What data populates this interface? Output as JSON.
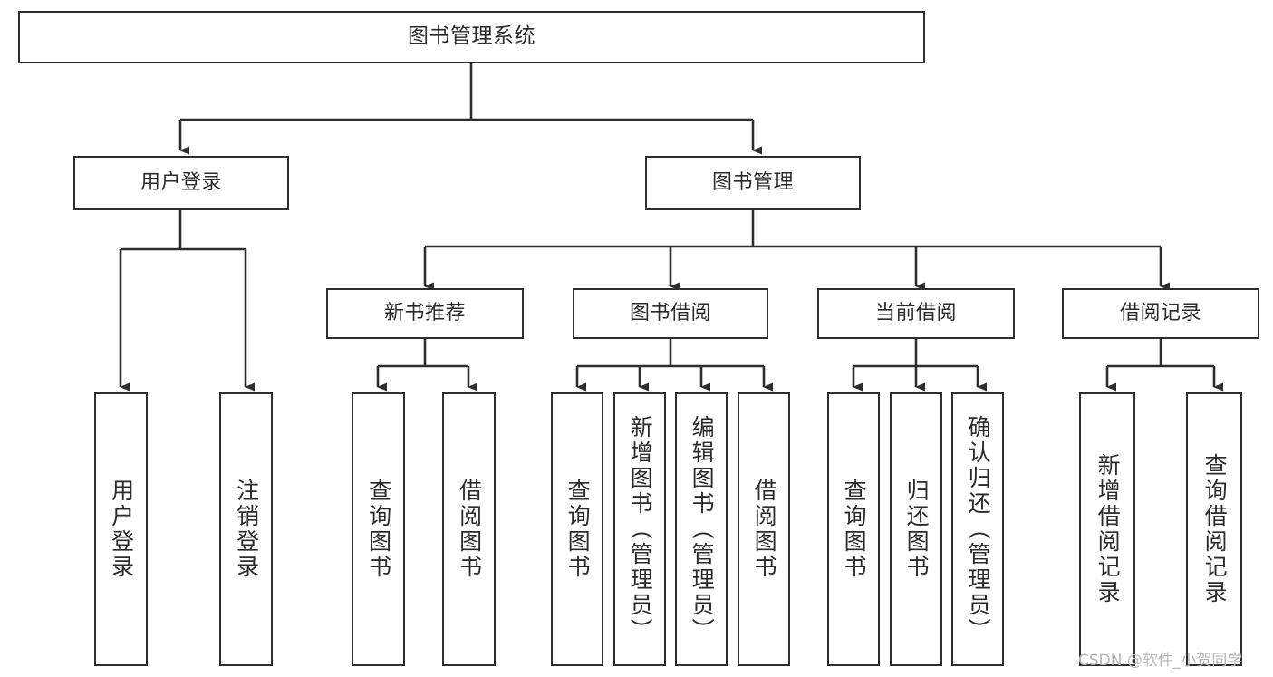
{
  "diagram": {
    "type": "tree",
    "title": "图书管理系统",
    "stroke_color": "#2e2e2e",
    "text_color": "#2b2b2b",
    "background_color": "#ffffff",
    "nodes": {
      "root": {
        "label": "图书管理系统"
      },
      "level1": [
        {
          "id": "user-login",
          "label": "用户登录"
        },
        {
          "id": "book-manage",
          "label": "图书管理"
        }
      ],
      "level2": [
        {
          "id": "new-book-recommend",
          "label": "新书推荐"
        },
        {
          "id": "book-borrow",
          "label": "图书借阅"
        },
        {
          "id": "current-borrow",
          "label": "当前借阅"
        },
        {
          "id": "borrow-record",
          "label": "借阅记录"
        }
      ],
      "leaves": {
        "user_login": [
          {
            "id": "leaf-user-login",
            "label": "用户登录"
          },
          {
            "id": "leaf-logout-login",
            "label": "注销登录"
          }
        ],
        "new_book_recommend": [
          {
            "id": "leaf-query-book-1",
            "label": "查询图书"
          },
          {
            "id": "leaf-borrow-book-1",
            "label": "借阅图书"
          }
        ],
        "book_borrow": [
          {
            "id": "leaf-query-book-2",
            "label": "查询图书"
          },
          {
            "id": "leaf-add-book",
            "label": "新增图书（管理员）"
          },
          {
            "id": "leaf-edit-book",
            "label": "编辑图书（管理员）"
          },
          {
            "id": "leaf-borrow-book-2",
            "label": "借阅图书"
          }
        ],
        "current_borrow": [
          {
            "id": "leaf-query-book-3",
            "label": "查询图书"
          },
          {
            "id": "leaf-return-book",
            "label": "归还图书"
          },
          {
            "id": "leaf-confirm-return",
            "label": "确认归还（管理员）"
          }
        ],
        "borrow_record": [
          {
            "id": "leaf-add-borrow-record",
            "label": "新增借阅记录"
          },
          {
            "id": "leaf-query-borrow-record",
            "label": "查询借阅记录"
          }
        ]
      }
    }
  },
  "watermark": {
    "text": "CSDN @软件_小贺同学"
  }
}
